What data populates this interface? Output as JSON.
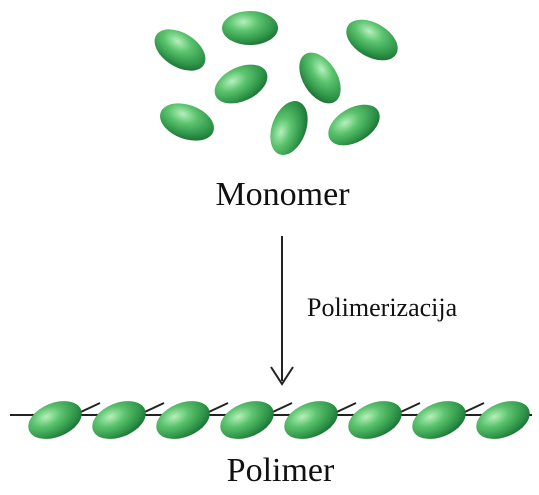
{
  "labels": {
    "monomer": "Monomer",
    "process": "Polimerizacija",
    "polymer": "Polimer"
  },
  "colors": {
    "bead_light": "#8fe09a",
    "bead_mid": "#3cab57",
    "bead_dark": "#1b6b32",
    "line": "#222222"
  },
  "icons": {
    "monomer_unit": "green-ellipse-bead",
    "arrow": "down-arrow"
  }
}
